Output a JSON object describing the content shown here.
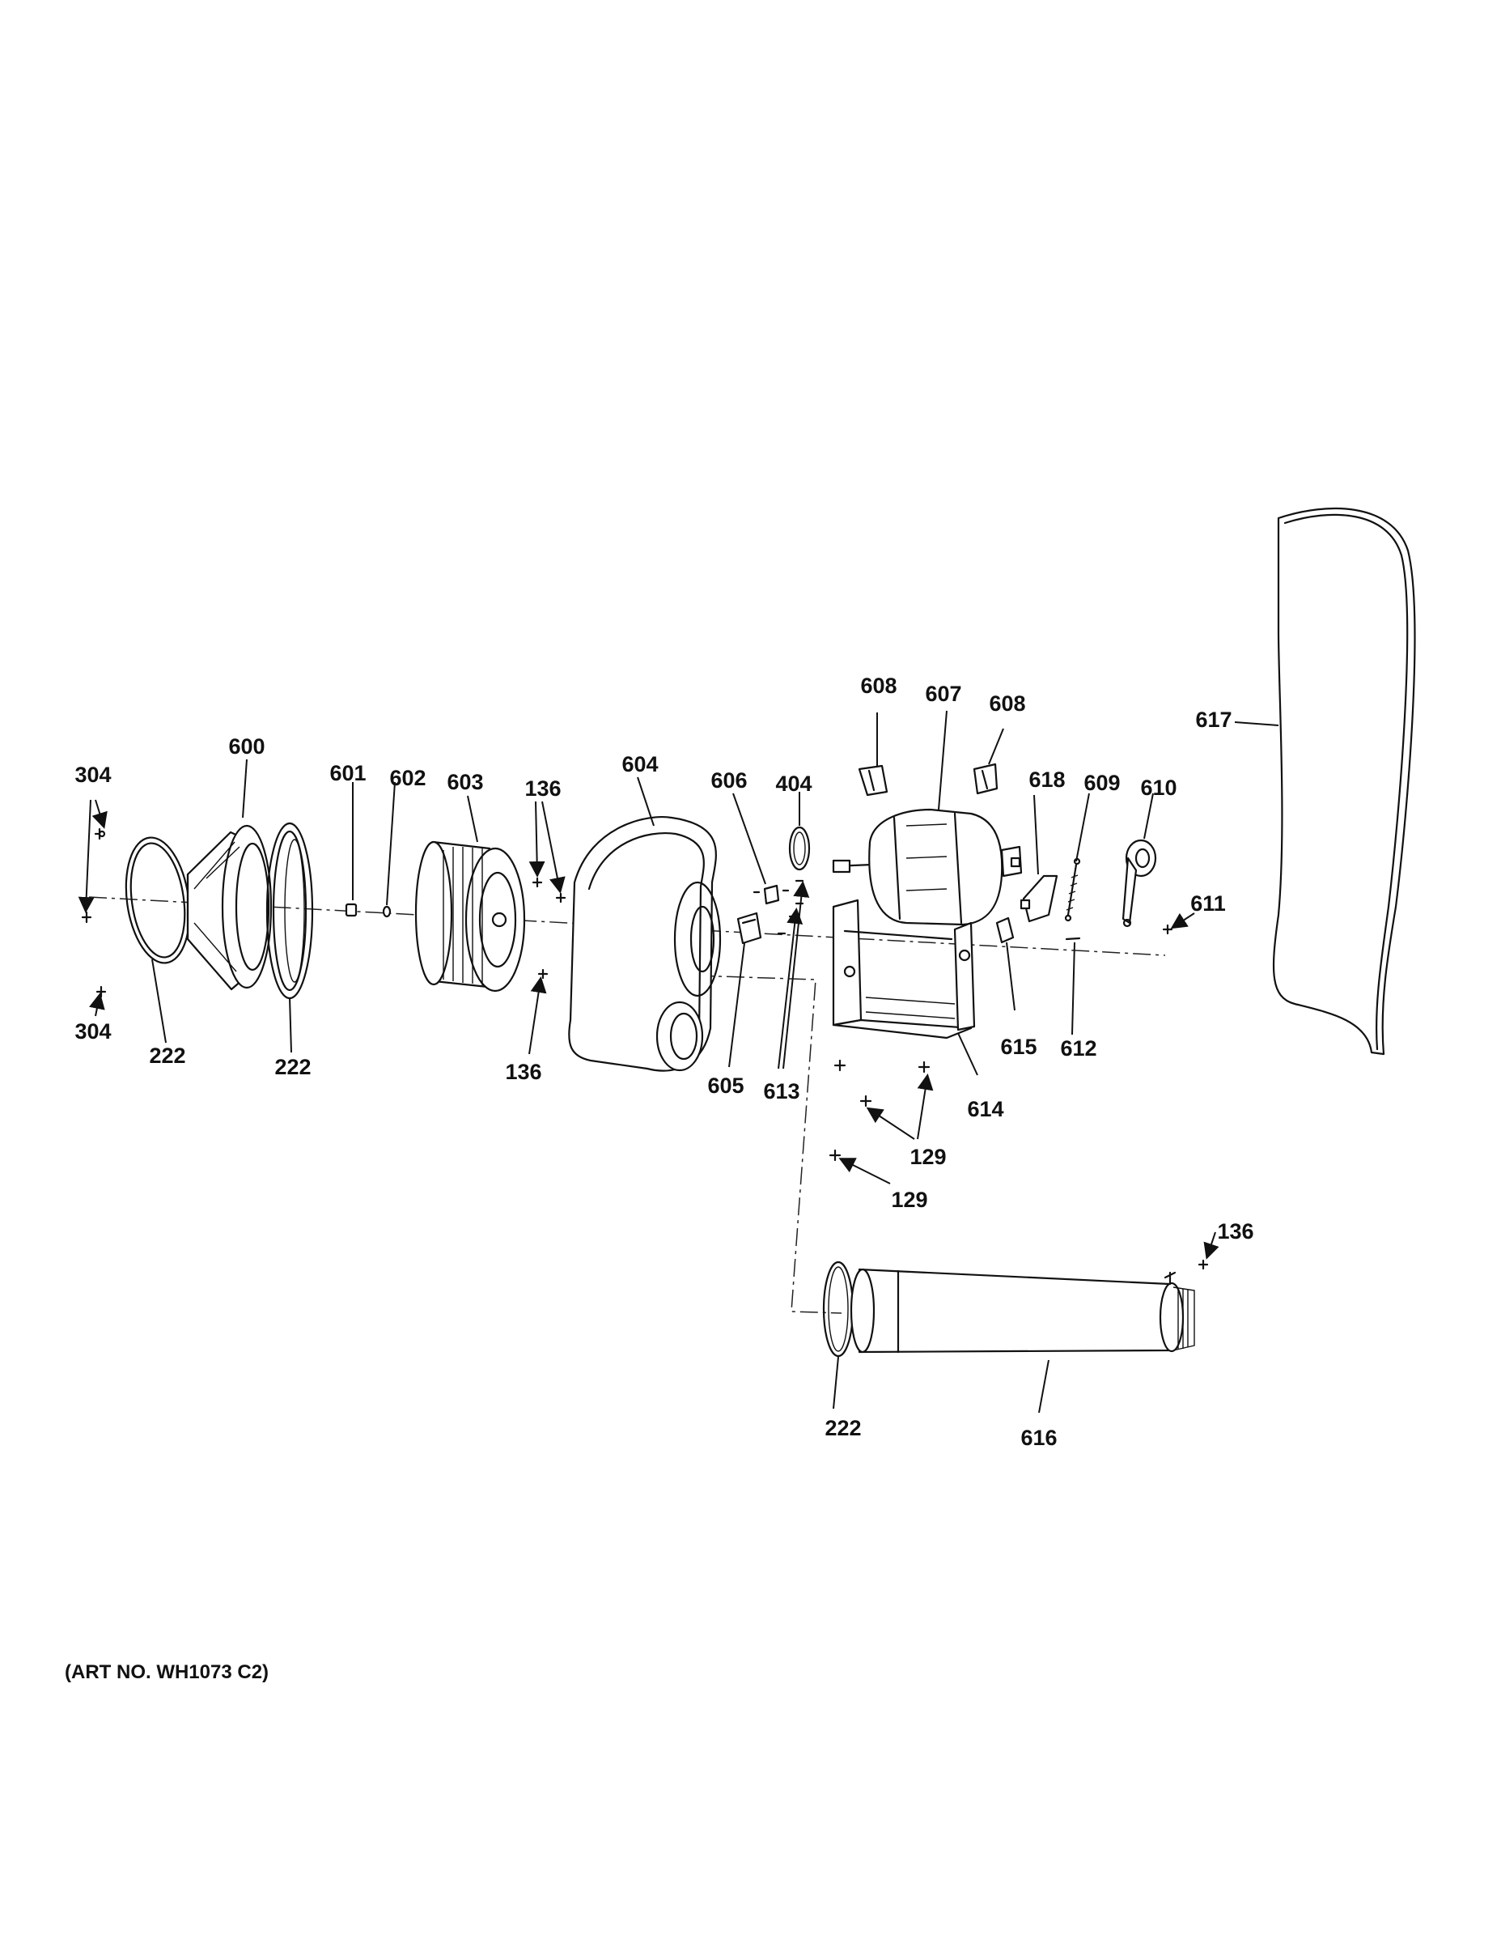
{
  "diagram": {
    "art_number": "(ART NO. WH1073 C2)",
    "callouts": {
      "c304a": "304",
      "c304b": "304",
      "c600": "600",
      "c222a": "222",
      "c222b": "222",
      "c222c": "222",
      "c601": "601",
      "c602": "602",
      "c603": "603",
      "c136a": "136",
      "c136b": "136",
      "c136c": "136",
      "c604": "604",
      "c606": "606",
      "c404": "404",
      "c605": "605",
      "c613": "613",
      "c608a": "608",
      "c608b": "608",
      "c607": "607",
      "c618": "618",
      "c609": "609",
      "c610": "610",
      "c611": "611",
      "c612": "612",
      "c615": "615",
      "c614": "614",
      "c129a": "129",
      "c129b": "129",
      "c617": "617",
      "c616": "616"
    }
  }
}
